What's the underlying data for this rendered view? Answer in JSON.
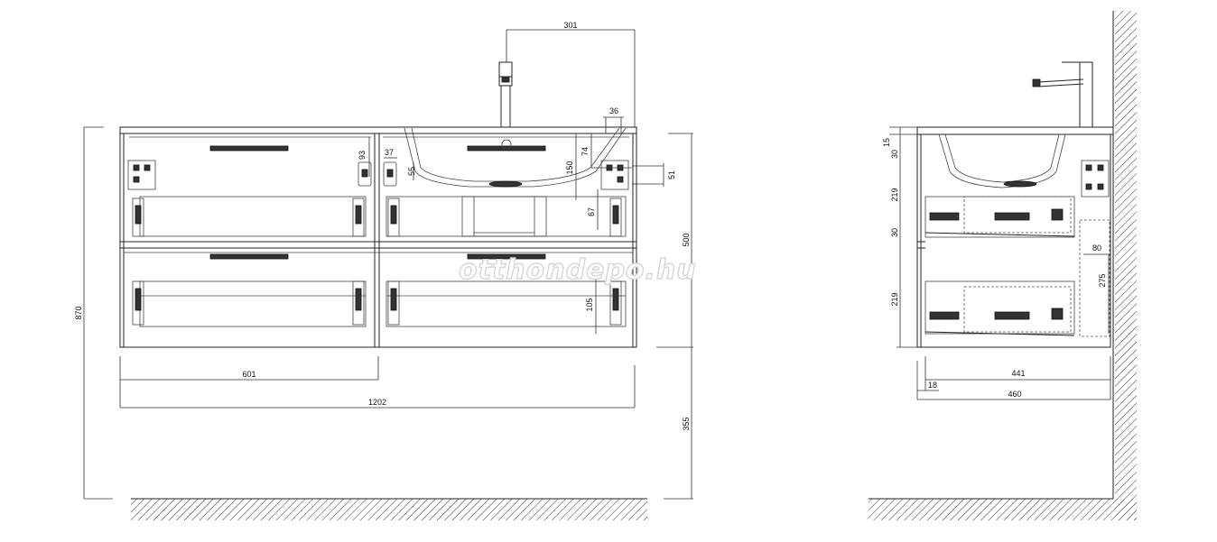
{
  "watermark": "otthondepo.hu",
  "front_view": {
    "dims": {
      "faucet_offset": "301",
      "top_edge": "36",
      "overflow_height": "74",
      "basin_depth": "150",
      "label_93": "93",
      "label_37": "37",
      "label_55": "55",
      "label_51": "51",
      "label_67": "67",
      "upper_section": "500",
      "inner_105": "105",
      "half_width": "601",
      "total_width": "1202",
      "total_height": "870",
      "floor_gap": "355"
    }
  },
  "side_view": {
    "dims": {
      "top_15": "15",
      "gap_30a": "30",
      "drawer_219a": "219",
      "gap_30b": "30",
      "drawer_219b": "219",
      "siphon_80": "80",
      "siphon_275": "275",
      "inner_depth": "441",
      "back_18": "18",
      "total_depth": "460"
    }
  }
}
